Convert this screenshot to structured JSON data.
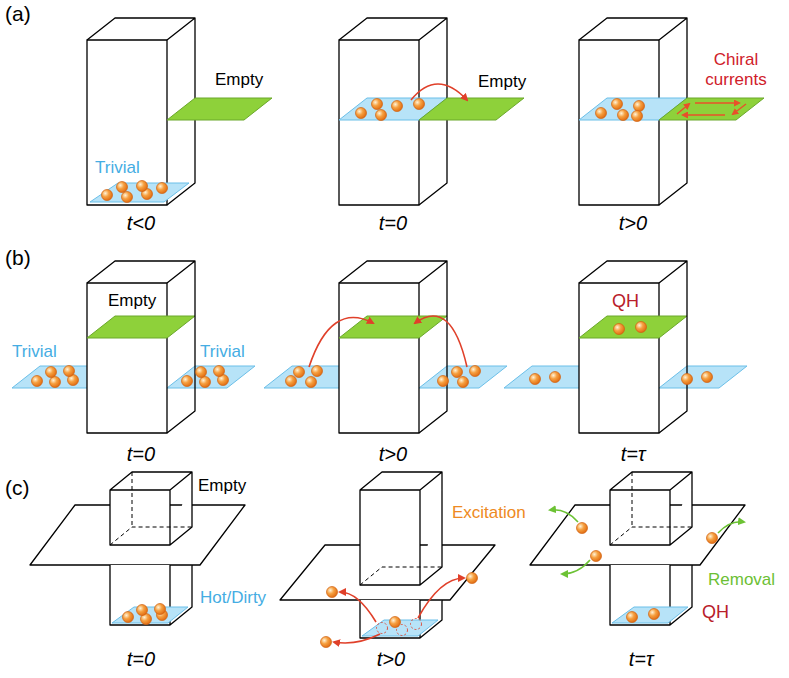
{
  "diagram": {
    "labels": [
      "(a)",
      "Trivial",
      "Empty",
      "t<0",
      "Empty",
      "t=0",
      "Chiral currents",
      "t>0",
      "(b)",
      "Empty",
      "Trivial",
      "Trivial",
      "t=0",
      "t>0",
      "QH",
      "t=τ",
      "(c)",
      "Empty",
      "Hot/Dirty",
      "t=0",
      "Excitation",
      "t>0",
      "Removal",
      "QH",
      "t=τ"
    ]
  }
}
